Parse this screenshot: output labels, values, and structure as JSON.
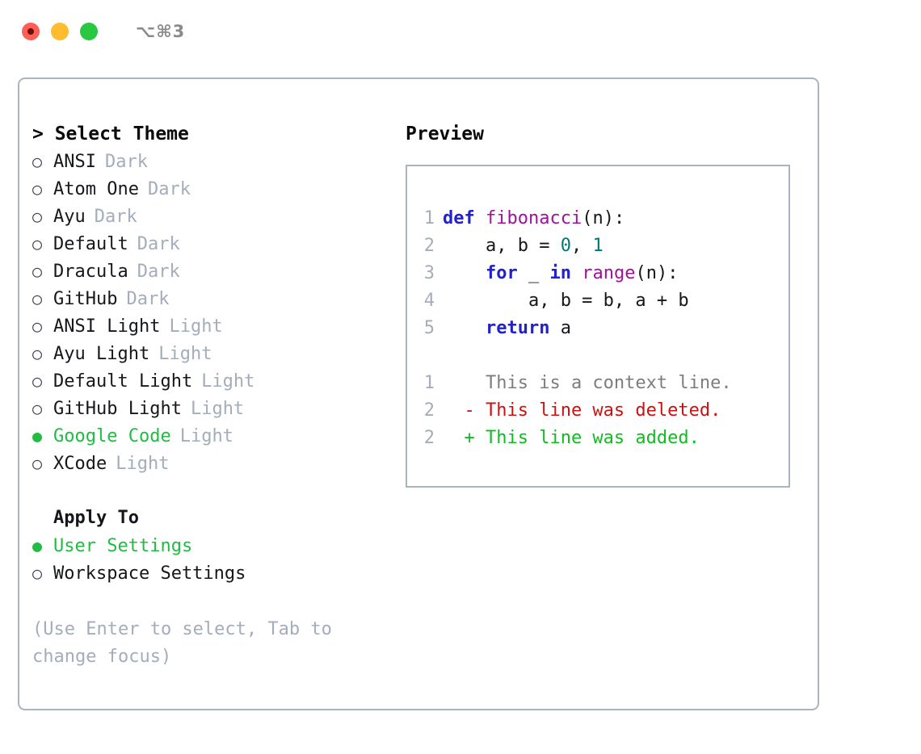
{
  "window": {
    "shortcut": "⌥⌘3",
    "traffic_lights": [
      {
        "name": "close",
        "color": "#ff5f57",
        "recording": true
      },
      {
        "name": "minimize",
        "color": "#febc2e"
      },
      {
        "name": "maximize",
        "color": "#2ac840"
      }
    ]
  },
  "theme_picker": {
    "header": "> Select Theme",
    "selected_marker": "●",
    "unselected_marker": "○",
    "items": [
      {
        "label": "ANSI",
        "variant": "Dark",
        "selected": false
      },
      {
        "label": "Atom One",
        "variant": "Dark",
        "selected": false
      },
      {
        "label": "Ayu",
        "variant": "Dark",
        "selected": false
      },
      {
        "label": "Default",
        "variant": "Dark",
        "selected": false
      },
      {
        "label": "Dracula",
        "variant": "Dark",
        "selected": false
      },
      {
        "label": "GitHub",
        "variant": "Dark",
        "selected": false
      },
      {
        "label": "ANSI Light",
        "variant": "Light",
        "selected": false
      },
      {
        "label": "Ayu Light",
        "variant": "Light",
        "selected": false
      },
      {
        "label": "Default Light",
        "variant": "Light",
        "selected": false
      },
      {
        "label": "GitHub Light",
        "variant": "Light",
        "selected": false
      },
      {
        "label": "Google Code",
        "variant": "Light",
        "selected": true
      },
      {
        "label": "XCode",
        "variant": "Light",
        "selected": false
      }
    ]
  },
  "apply_to": {
    "title": "Apply To",
    "options": [
      {
        "label": "User Settings",
        "selected": true
      },
      {
        "label": "Workspace Settings",
        "selected": false
      }
    ]
  },
  "help": {
    "line1": "(Use Enter to select, Tab to",
    "line2": "change focus)"
  },
  "preview": {
    "title": "Preview",
    "code_lines": [
      {
        "number": "1",
        "tokens": [
          {
            "text": "def ",
            "type": "kw"
          },
          {
            "text": "fibonacci",
            "type": "fn"
          },
          {
            "text": "(n):",
            "type": "pl"
          }
        ]
      },
      {
        "number": "2",
        "tokens": [
          {
            "text": "    a, b = ",
            "type": "pl"
          },
          {
            "text": "0",
            "type": "num"
          },
          {
            "text": ", ",
            "type": "pl"
          },
          {
            "text": "1",
            "type": "num"
          }
        ]
      },
      {
        "number": "3",
        "tokens": [
          {
            "text": "    ",
            "type": "pl"
          },
          {
            "text": "for",
            "type": "kw"
          },
          {
            "text": " _ ",
            "type": "pl"
          },
          {
            "text": "in",
            "type": "kw"
          },
          {
            "text": " ",
            "type": "pl"
          },
          {
            "text": "range",
            "type": "fn"
          },
          {
            "text": "(n):",
            "type": "pl"
          }
        ]
      },
      {
        "number": "4",
        "tokens": [
          {
            "text": "        a, b = b, a + b",
            "type": "pl"
          }
        ]
      },
      {
        "number": "5",
        "tokens": [
          {
            "text": "    ",
            "type": "pl"
          },
          {
            "text": "return",
            "type": "kw"
          },
          {
            "text": " a",
            "type": "pl"
          }
        ]
      }
    ],
    "diff_lines": [
      {
        "number": "1",
        "sign": " ",
        "text": "This is a context line.",
        "type": "context"
      },
      {
        "number": "2",
        "sign": "-",
        "text": "This line was deleted.",
        "type": "deleted"
      },
      {
        "number": "2",
        "sign": "+",
        "text": "This line was added.",
        "type": "added"
      }
    ]
  },
  "colors": {
    "accent_green": "#22bb44",
    "muted": "#a3adbb",
    "border": "#aab4c0",
    "keyword": "#2222cc",
    "function": "#a0129b",
    "number": "#007777",
    "diff_deleted": "#cc1111",
    "diff_added": "#11bb22"
  }
}
